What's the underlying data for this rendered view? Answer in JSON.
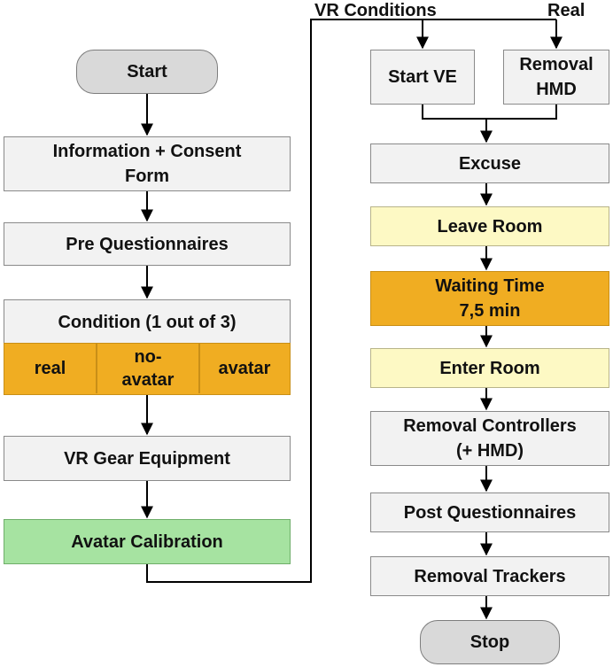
{
  "left": {
    "start": "Start",
    "info_consent": "Information + Consent\nForm",
    "pre_questionnaires": "Pre Questionnaires",
    "condition_title": "Condition (1 out of 3)",
    "condition_options": [
      "real",
      "no-\navatar",
      "avatar"
    ],
    "vr_gear": "VR Gear Equipment",
    "avatar_calibration": "Avatar Calibration"
  },
  "right": {
    "branch_vr": "VR Conditions",
    "branch_real": "Real",
    "start_ve": "Start VE",
    "removal_hmd": "Removal\nHMD",
    "excuse": "Excuse",
    "leave_room": "Leave Room",
    "waiting_time": "Waiting Time\n7,5 min",
    "enter_room": "Enter Room",
    "removal_controllers": "Removal Controllers\n(+ HMD)",
    "post_questionnaires": "Post Questionnaires",
    "removal_trackers": "Removal Trackers",
    "stop": "Stop"
  },
  "colors": {
    "box_fill": "#f2f2f2",
    "terminal_fill": "#d9d9d9",
    "orange": "#f0ad22",
    "yellow": "#fdf9c4",
    "green": "#a6e3a1",
    "border": "#8a8a8a"
  }
}
